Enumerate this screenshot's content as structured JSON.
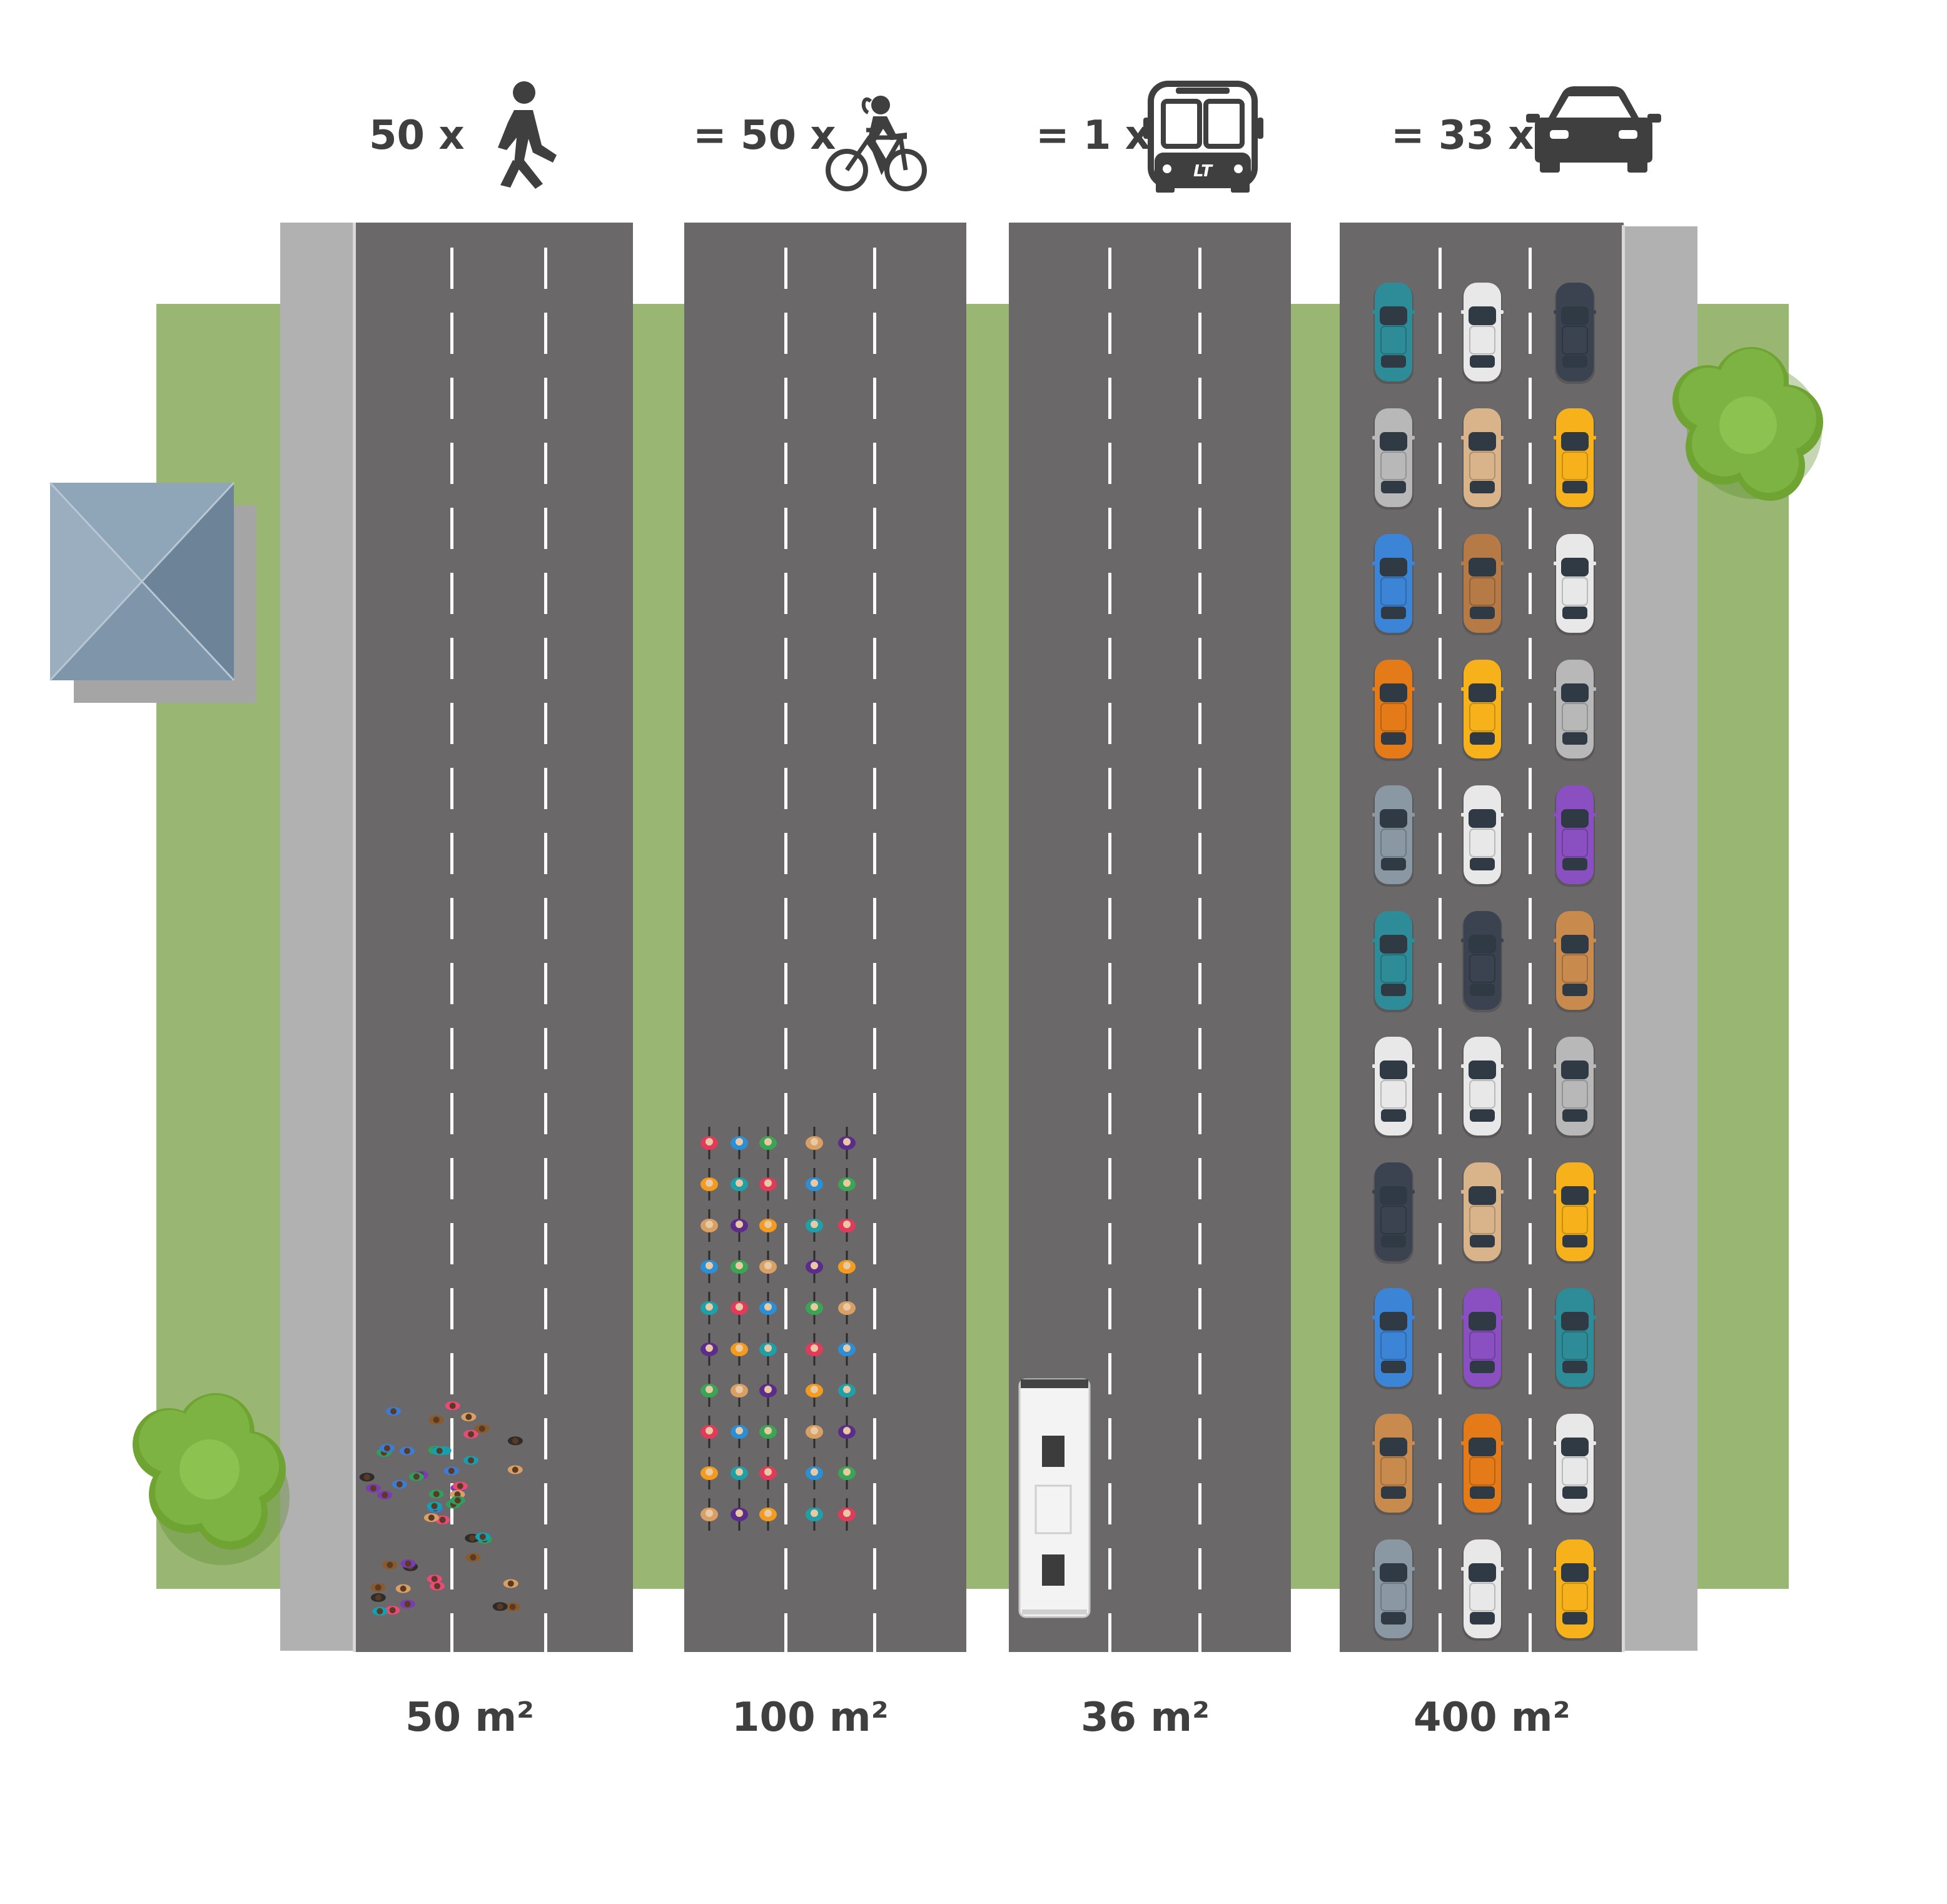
{
  "header": {
    "pedestrian": {
      "text": "50 x",
      "icon": "pedestrian-icon"
    },
    "bicycle": {
      "text": "= 50 x",
      "icon": "bicycle-icon"
    },
    "bus": {
      "text": "= 1 x",
      "icon": "bus-icon",
      "bus_badge": "LT"
    },
    "car": {
      "text": "= 33 x",
      "icon": "car-icon"
    }
  },
  "areas": {
    "pedestrian": "50 m²",
    "bicycle": "100 m²",
    "bus": "36 m²",
    "car": "400 m²"
  },
  "counts": {
    "pedestrians": 50,
    "cyclists": 50,
    "buses": 1,
    "cars": 33
  },
  "colors": {
    "grass": "#99b772",
    "sidewalk": "#b2b1b1",
    "road": "#6a6869",
    "lane_marking": "#ffffff",
    "text": "#3f3f3f",
    "tree": "#7cb342",
    "house_roof_light": "#9aaec0",
    "house_roof_dark": "#6c8398",
    "car_palette": [
      "#2e8c98",
      "#e8e8e8",
      "#3c4350",
      "#b8b8b8",
      "#d9b48a",
      "#f7b21b",
      "#3c84d6",
      "#b57a45",
      "#e47b18",
      "#8a98a4",
      "#8a4fc0",
      "#c88a4d"
    ]
  }
}
